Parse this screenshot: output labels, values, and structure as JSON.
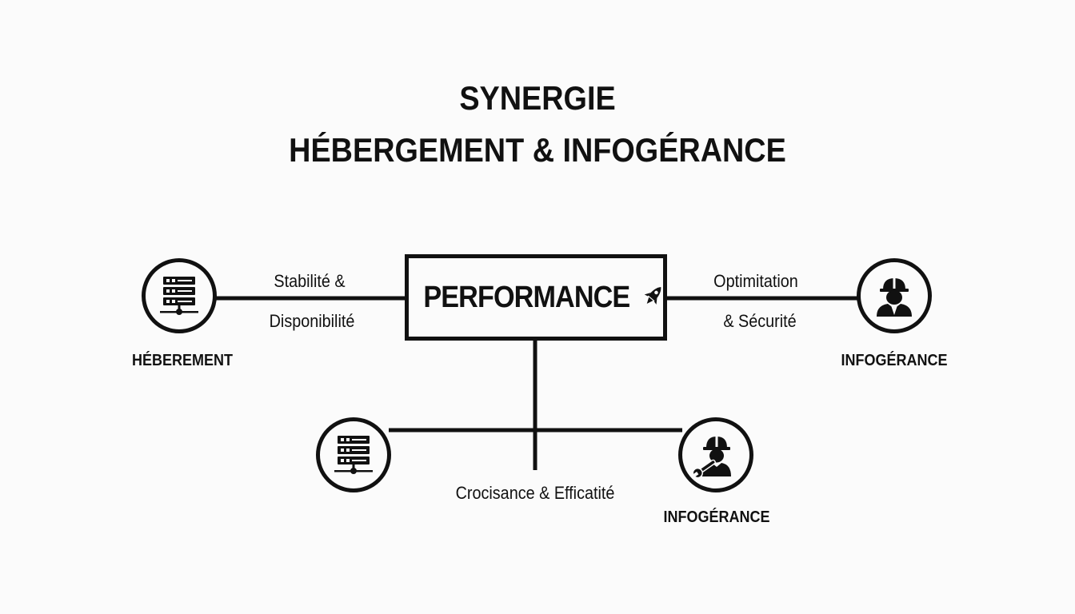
{
  "title": {
    "line1": "SYNERGIE",
    "line2": "HÉBERGEMENT & INFOGÉRANCE"
  },
  "center": {
    "label": "PERFORMANCE",
    "icon": "rocket-icon"
  },
  "edges": {
    "left_line1": "Stabilité &",
    "left_line2": "Disponibilité",
    "right_line1": "Optimitation",
    "right_line2": "& Sécurité",
    "bottom": "Crocisance & Efficatité"
  },
  "nodes": {
    "left": {
      "label": "HÉBEREMENT",
      "icon": "server-icon"
    },
    "right": {
      "label": "INFOGÉRANCE",
      "icon": "engineer-icon"
    },
    "bottom_left": {
      "label": "",
      "icon": "server-icon"
    },
    "bottom_right": {
      "label": "INFOGÉRANCE",
      "icon": "technician-wrench-icon"
    }
  },
  "colors": {
    "ink": "#111111",
    "background": "#fbfbfb"
  }
}
